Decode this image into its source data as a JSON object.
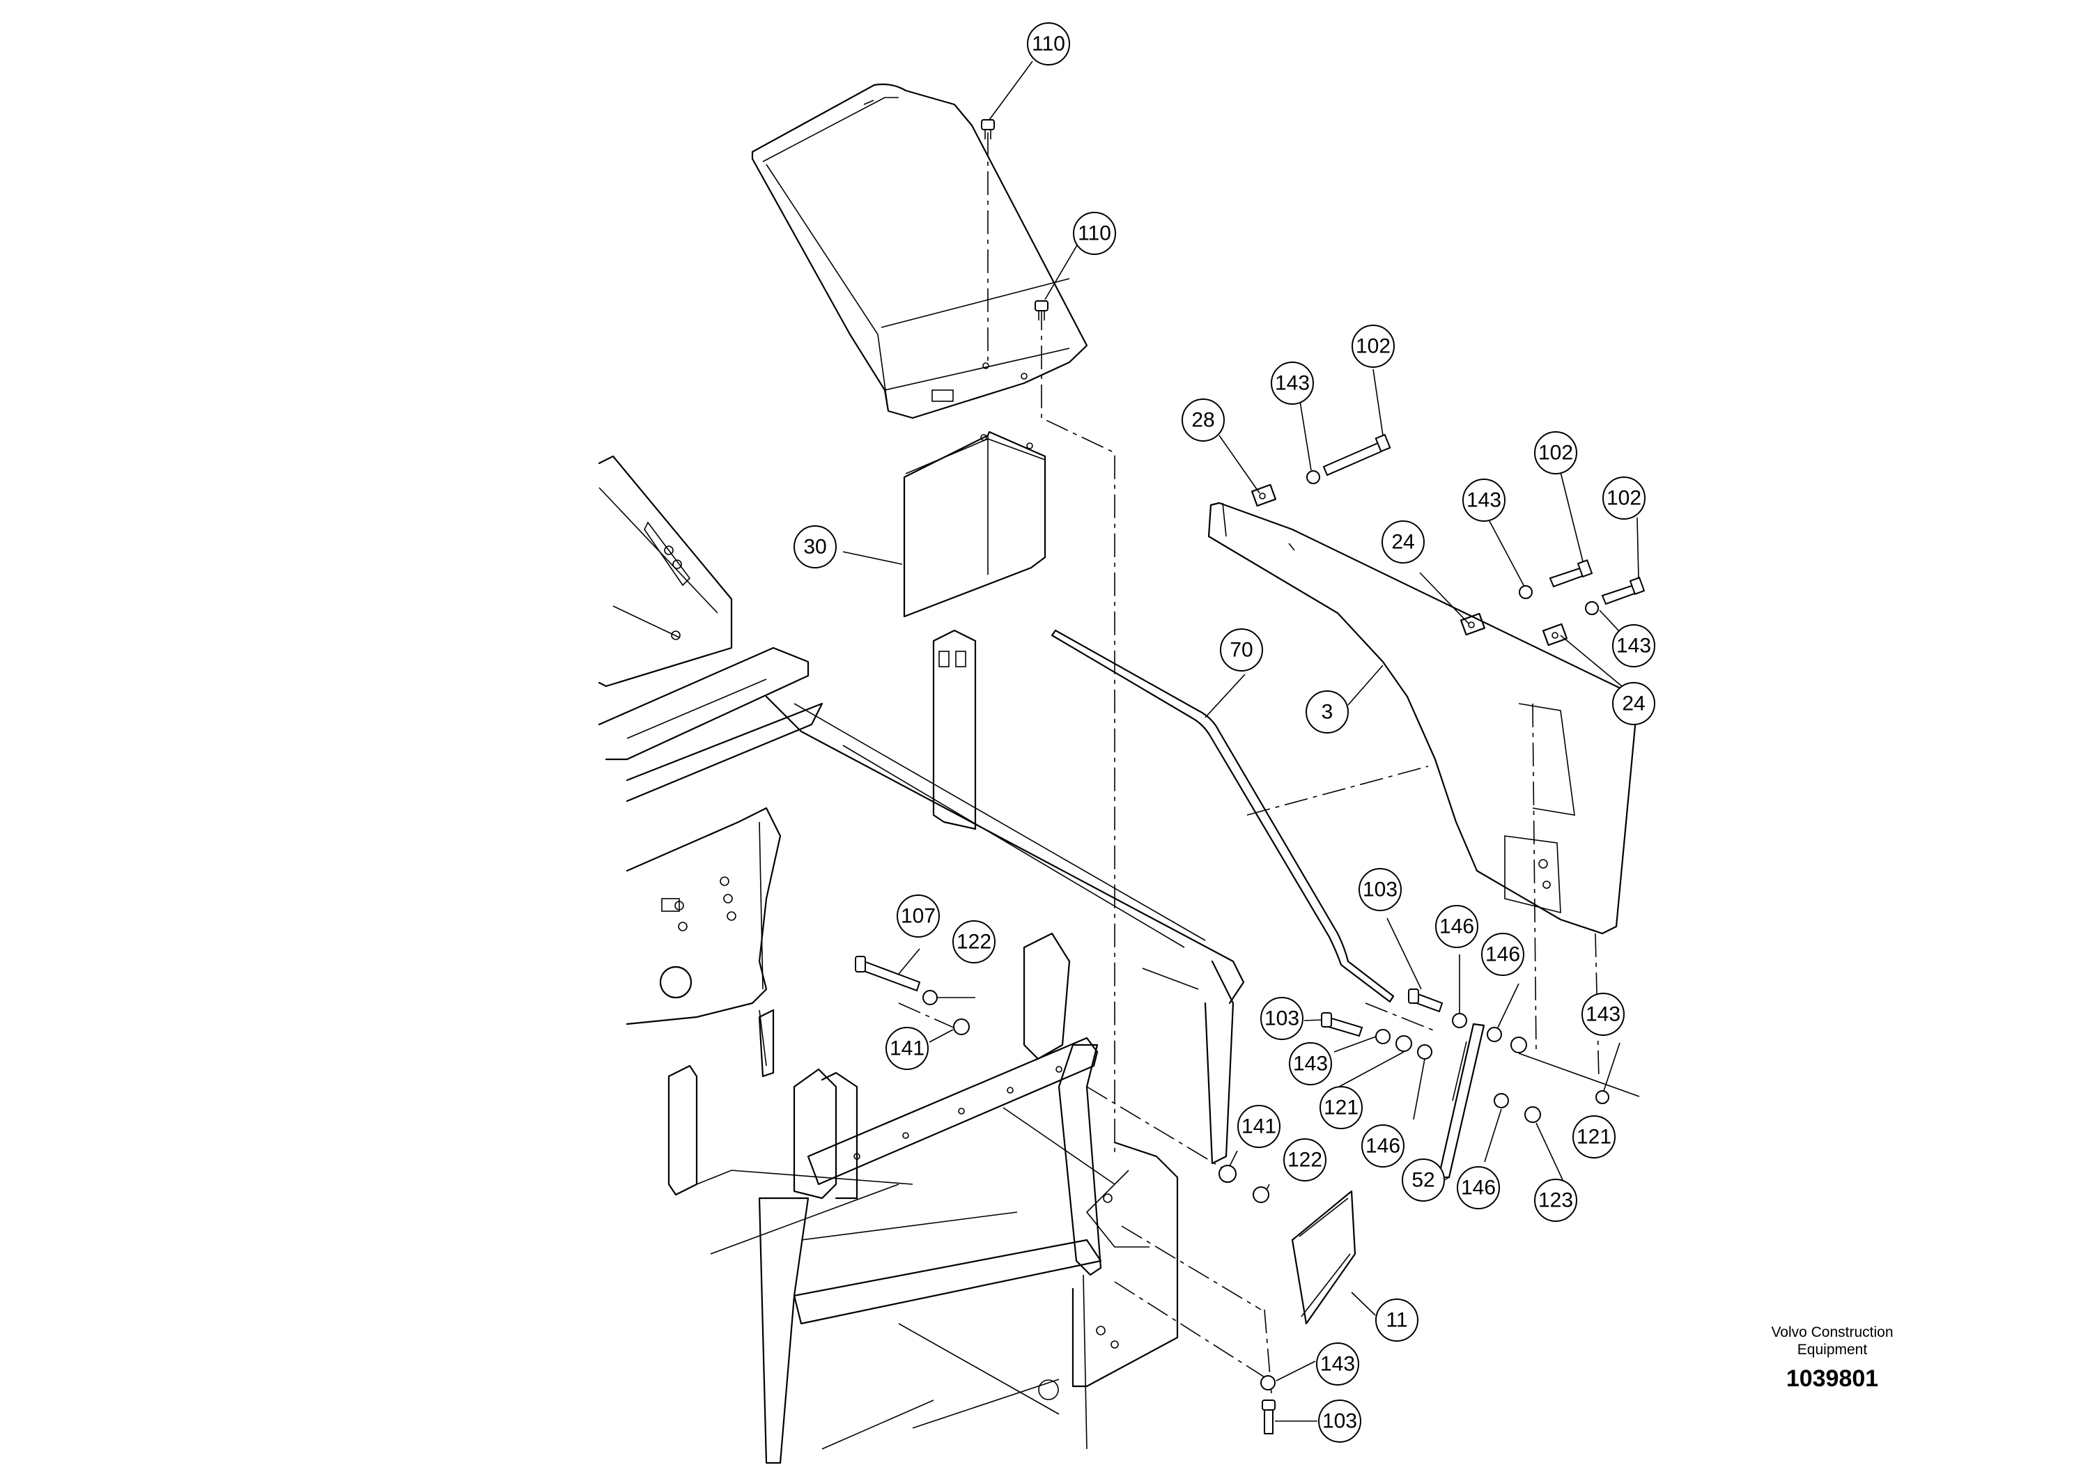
{
  "callouts": [
    {
      "id": "c110a",
      "label": "110"
    },
    {
      "id": "c110b",
      "label": "110"
    },
    {
      "id": "c102a",
      "label": "102"
    },
    {
      "id": "c143a",
      "label": "143"
    },
    {
      "id": "c28",
      "label": "28"
    },
    {
      "id": "c102b",
      "label": "102"
    },
    {
      "id": "c143b",
      "label": "143"
    },
    {
      "id": "c102c",
      "label": "102"
    },
    {
      "id": "c24a",
      "label": "24"
    },
    {
      "id": "c30",
      "label": "30"
    },
    {
      "id": "c143c",
      "label": "143"
    },
    {
      "id": "c70",
      "label": "70"
    },
    {
      "id": "c24b",
      "label": "24"
    },
    {
      "id": "c3",
      "label": "3"
    },
    {
      "id": "c103a",
      "label": "103"
    },
    {
      "id": "c107",
      "label": "107"
    },
    {
      "id": "c146a",
      "label": "146"
    },
    {
      "id": "c146b",
      "label": "146"
    },
    {
      "id": "c122a",
      "label": "122"
    },
    {
      "id": "c103b",
      "label": "103"
    },
    {
      "id": "c143d",
      "label": "143"
    },
    {
      "id": "c141a",
      "label": "141"
    },
    {
      "id": "c143e",
      "label": "143"
    },
    {
      "id": "c121a",
      "label": "121"
    },
    {
      "id": "c121b",
      "label": "121"
    },
    {
      "id": "c141b",
      "label": "141"
    },
    {
      "id": "c146c",
      "label": "146"
    },
    {
      "id": "c122b",
      "label": "122"
    },
    {
      "id": "c52",
      "label": "52"
    },
    {
      "id": "c146d",
      "label": "146"
    },
    {
      "id": "c123",
      "label": "123"
    },
    {
      "id": "c11",
      "label": "11"
    },
    {
      "id": "c143f",
      "label": "143"
    },
    {
      "id": "c103c",
      "label": "103"
    }
  ],
  "footer": {
    "brand_line1": "Volvo Construction",
    "brand_line2": "Equipment",
    "drawing_number": "1039801"
  }
}
